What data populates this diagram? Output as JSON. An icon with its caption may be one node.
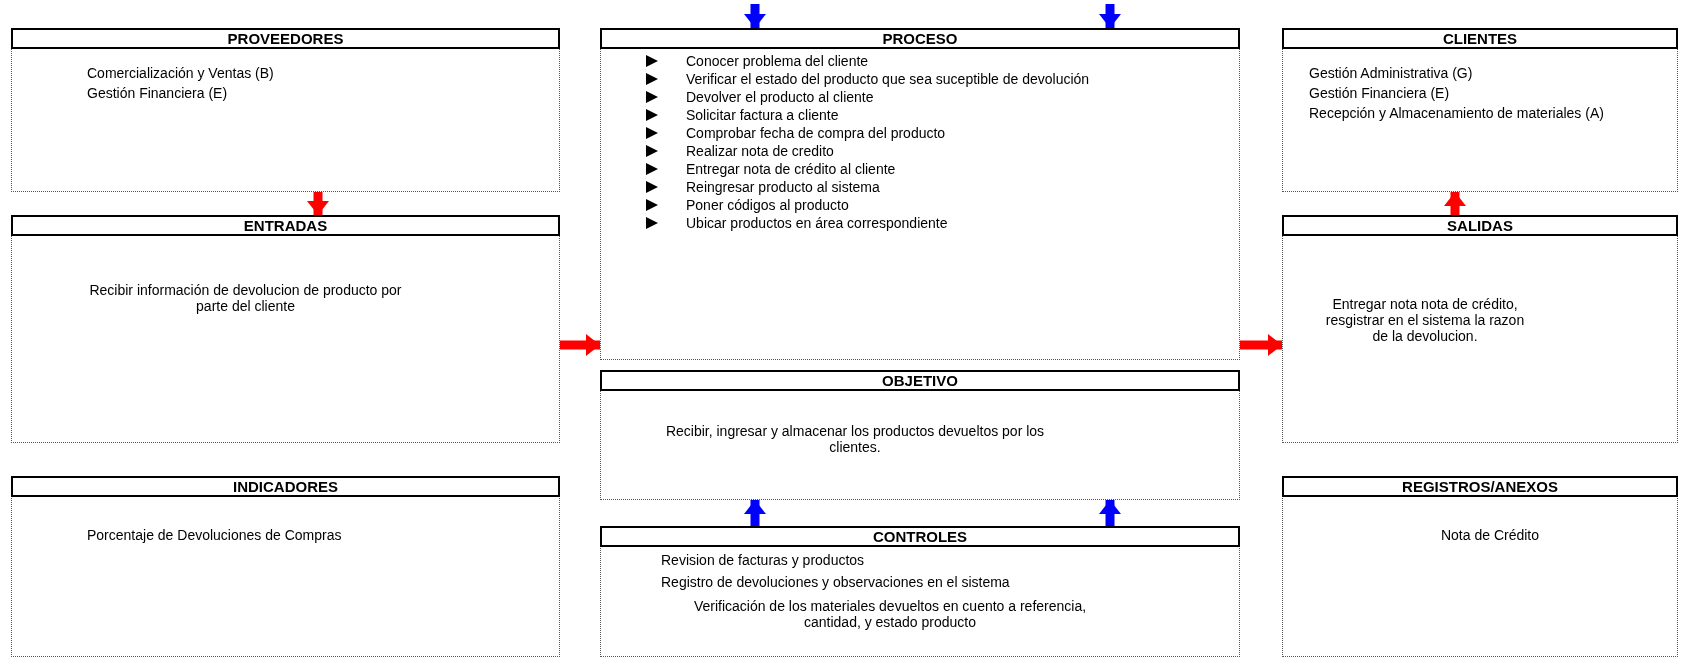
{
  "diagram": {
    "nodes": [
      {
        "text": [
          "PROVEEDORES",
          "Comercialización y Ventas (B)",
          "Gestión Financiera (E)"
        ]
      },
      {
        "text": [
          "PROCESO",
          "Conocer problema del cliente",
          "Verificar el estado del producto que sea suceptible de devolución",
          "Devolver el producto al cliente",
          "Solicitar factura a cliente",
          "Comprobar fecha de compra del producto",
          "Realizar nota de credito",
          "Entregar nota de crédito al cliente",
          "Reingresar producto al sistema",
          "Poner códigos al producto",
          "Ubicar productos en área correspondiente"
        ]
      },
      {
        "text": [
          "CLIENTES",
          "Gestión Administrativa (G)",
          "Gestión Financiera (E)",
          "Recepción y Almacenamiento de materiales (A)"
        ]
      },
      {
        "text": [
          "ENTRADAS",
          "Recibir información de devolucion de producto por parte del cliente"
        ]
      },
      {
        "text": [
          "SALIDAS",
          "Entregar nota nota de crédito, resgistrar en el sistema la razon de la devolucion."
        ]
      },
      {
        "text": [
          "OBJETIVO",
          "Recibir, ingresar y almacenar los productos devueltos por los clientes."
        ]
      },
      {
        "text": [
          "INDICADORES",
          "Porcentaje de Devoluciones de Compras"
        ]
      },
      {
        "text": [
          "CONTROLES",
          "Revision de facturas y productos",
          "Registro de devoluciones y observaciones en el sistema",
          "Verificación de los materiales devueltos en cuento a referencia, cantidad, y estado producto"
        ]
      },
      {
        "text": [
          "REGISTROS/ANEXOS",
          "Nota de Crédito"
        ]
      }
    ],
    "edges": [
      {
        "from": null,
        "to": 1,
        "arrow": "to",
        "color": "#0000ff"
      },
      {
        "from": null,
        "to": 1,
        "arrow": "to",
        "color": "#0000ff"
      },
      {
        "from": 0,
        "to": 3,
        "arrow": "to",
        "color": "#ff0000"
      },
      {
        "from": 3,
        "to": 1,
        "arrow": "to",
        "color": "#ff0000"
      },
      {
        "from": 1,
        "to": 4,
        "arrow": "to",
        "color": "#ff0000"
      },
      {
        "from": 4,
        "to": 2,
        "arrow": "to",
        "color": "#ff0000"
      },
      {
        "from": 7,
        "to": 5,
        "arrow": "to",
        "color": "#0000ff"
      },
      {
        "from": 7,
        "to": 5,
        "arrow": "to",
        "color": "#0000ff"
      }
    ]
  }
}
